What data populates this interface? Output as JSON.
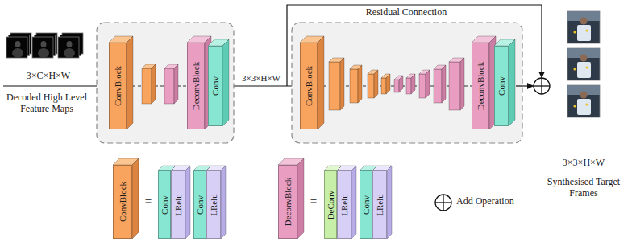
{
  "diagram": {
    "nodes": [
      {
        "text": [
          "ConvBlock"
        ]
      },
      {
        "text": [
          "DeconvBlock"
        ]
      },
      {
        "text": [
          "Conv"
        ]
      },
      {
        "text": [
          "ConvBlock"
        ]
      },
      {
        "text": [
          "DeconvBlock"
        ]
      },
      {
        "text": [
          "Conv"
        ]
      },
      {
        "text": [
          "ConvBlock"
        ]
      },
      {
        "text": [
          "Conv"
        ]
      },
      {
        "text": [
          "LRelu"
        ]
      },
      {
        "text": [
          "Conv"
        ]
      },
      {
        "text": [
          "LRelu"
        ]
      },
      {
        "text": [
          "DeconvBlock"
        ]
      },
      {
        "text": [
          "DeConv"
        ]
      },
      {
        "text": [
          "LRelu"
        ]
      },
      {
        "text": [
          "Conv"
        ]
      },
      {
        "text": [
          "LRelu"
        ]
      }
    ],
    "edges": [
      {
        "from": 2,
        "to": 3,
        "label": "3×3×H×W",
        "arrow": "to"
      }
    ],
    "labels": [
      "3×C×H×W",
      "Decoded High Level Feature Maps",
      "Residual Connection",
      "3×3×H×W",
      "Synthesised Target Frames",
      "=",
      "="
    ],
    "legend": [
      {
        "text": "Add Operation"
      }
    ]
  }
}
